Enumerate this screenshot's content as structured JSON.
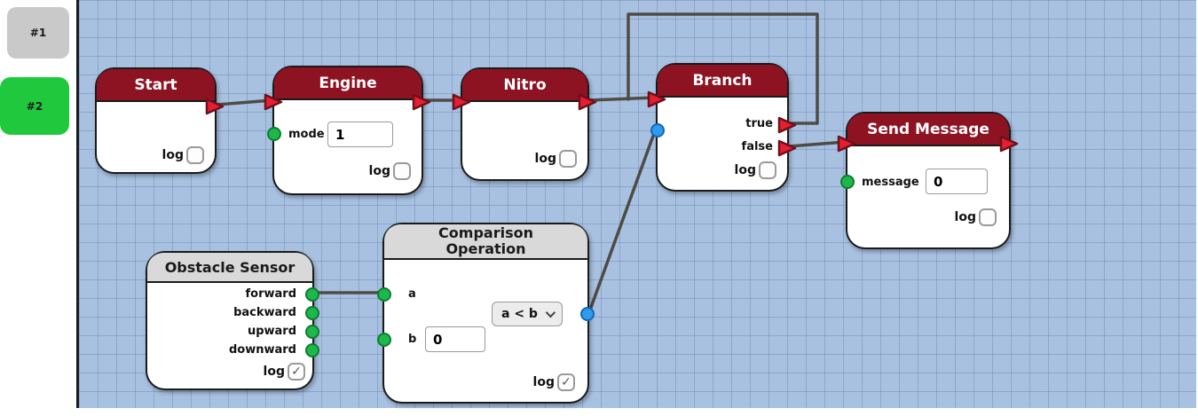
{
  "sidebar": {
    "tab1": "#1",
    "tab2": "#2"
  },
  "nodes": {
    "start": {
      "title": "Start",
      "log_label": "log",
      "log_checked": false
    },
    "engine": {
      "title": "Engine",
      "mode_label": "mode",
      "mode_value": "1",
      "log_label": "log",
      "log_checked": false
    },
    "nitro": {
      "title": "Nitro",
      "log_label": "log",
      "log_checked": false
    },
    "branch": {
      "title": "Branch",
      "true_label": "true",
      "false_label": "false",
      "log_label": "log",
      "log_checked": false
    },
    "send_message": {
      "title": "Send Message",
      "message_label": "message",
      "message_value": "0",
      "log_label": "log",
      "log_checked": false
    },
    "obstacle_sensor": {
      "title": "Obstacle Sensor",
      "outputs": [
        "forward",
        "backward",
        "upward",
        "downward"
      ],
      "log_label": "log",
      "log_checked": true
    },
    "comparison": {
      "title": "Comparison Operation",
      "a_label": "a",
      "b_label": "b",
      "b_value": "0",
      "operator": "a < b",
      "log_label": "log",
      "log_checked": true
    }
  },
  "colors": {
    "node_header_red": "#8e1322",
    "sensor_header_gray": "#d9d9d9",
    "tab_active_green": "#1fc83c",
    "tab_inactive_gray": "#c9c9c9",
    "port_green": "#1db84a",
    "port_blue": "#2e9bf0",
    "exec_arrow_red": "#e61f30",
    "canvas_background": "#a8c1e1",
    "wire": "#4f4b45"
  }
}
